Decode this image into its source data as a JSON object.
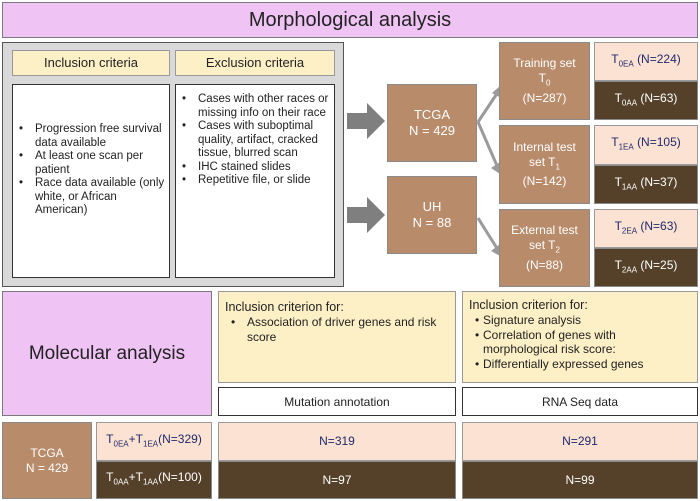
{
  "header": {
    "title": "Morphological analysis"
  },
  "inclusion": {
    "heading": "Inclusion criteria",
    "items": [
      "Progression free survival data available",
      "At least one scan per patient",
      "Race data available (only white, or African American)"
    ]
  },
  "exclusion": {
    "heading": "Exclusion criteria",
    "items": [
      "Cases with other races or missing info on their race",
      "Cases with suboptimal quality, artifact, cracked tissue, blurred scan",
      "IHC stained slides",
      "Repetitive file, or slide"
    ]
  },
  "sources": {
    "tcga": {
      "name": "TCGA",
      "n": "N = 429"
    },
    "uh": {
      "name": "UH",
      "n": "N = 88"
    }
  },
  "sets": {
    "training": {
      "line1": "Training set",
      "sym": "T",
      "sub": "0",
      "n": "(N=287)"
    },
    "internal": {
      "line1": "Internal test",
      "line2": "set",
      "sym": "T",
      "sub": "1",
      "n": "(N=142)"
    },
    "external": {
      "line1": "External test",
      "line2": "set",
      "sym": "T",
      "sub": "2",
      "n": "(N=88)"
    }
  },
  "subsets": {
    "t0ea": {
      "sym": "T",
      "sub": "0EA",
      "n": "(N=224)"
    },
    "t0aa": {
      "sym": "T",
      "sub": "0AA",
      "n": "(N=63)"
    },
    "t1ea": {
      "sym": "T",
      "sub": "1EA",
      "n": "(N=105)"
    },
    "t1aa": {
      "sym": "T",
      "sub": "1AA",
      "n": "(N=37)"
    },
    "t2ea": {
      "sym": "T",
      "sub": "2EA",
      "n": "(N=63)"
    },
    "t2aa": {
      "sym": "T",
      "sub": "2AA",
      "n": "(N=25)"
    }
  },
  "molecular": {
    "title": "Molecular analysis",
    "mutation": {
      "heading": "Inclusion criterion for:",
      "items": [
        "Association of driver genes and risk score"
      ],
      "label": "Mutation annotation"
    },
    "rnaseq": {
      "heading": "Inclusion criterion for:",
      "items": [
        "Signature analysis",
        "Correlation of genes with morphological risk score:",
        "Differentially expressed genes"
      ],
      "label": "RNA Seq data"
    }
  },
  "bottom": {
    "tcga": {
      "name": "TCGA",
      "n": "N = 429"
    },
    "ea_combo": {
      "a_sym": "T",
      "a_sub": "0EA",
      "plus": "+",
      "b_sym": "T",
      "b_sub": "1EA",
      "n": "(N=329)"
    },
    "aa_combo": {
      "a_sym": "T",
      "a_sub": "0AA",
      "plus": "+",
      "b_sym": "T",
      "b_sub": "1AA",
      "n": "(N=100)"
    },
    "mut_ea": "N=319",
    "mut_aa": "N=97",
    "rna_ea": "N=291",
    "rna_aa": "N=99"
  },
  "colors": {
    "pink": "#efc4f5",
    "gray": "#d9d9d9",
    "cream": "#fdf0c6",
    "tan": "#b88b6a",
    "light_peach": "#fce2d3",
    "dark_brown": "#55412a",
    "arrow": "#7f7f7f"
  }
}
